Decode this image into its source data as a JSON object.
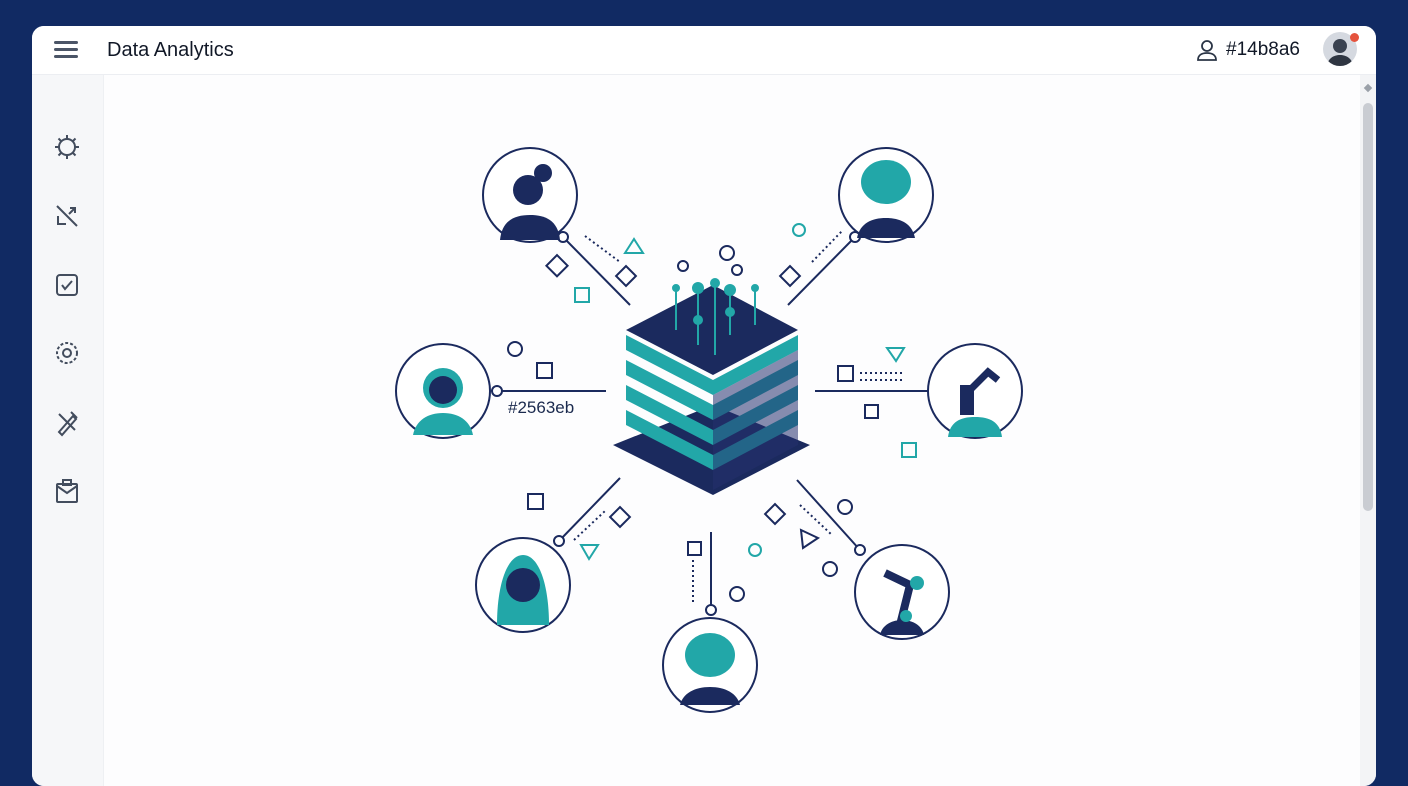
{
  "header": {
    "title": "Data Analytics",
    "user_label": "#14b8a6",
    "icons": [
      "menu-icon",
      "user-icon",
      "avatar",
      "notification-dot"
    ]
  },
  "sidebar": {
    "items": [
      {
        "icon": "gear-icon"
      },
      {
        "icon": "share-off-icon"
      },
      {
        "icon": "checkbox-icon"
      },
      {
        "icon": "settings-dotted-icon"
      },
      {
        "icon": "pen-tool-icon"
      },
      {
        "icon": "clipboard-icon"
      }
    ]
  },
  "illustration": {
    "label": "#2563eb",
    "colors": {
      "navy": "#1b2a5e",
      "teal": "#22a7a8",
      "accent": "#14b8a6"
    },
    "nodes": [
      "gear-head-person",
      "brain-head",
      "robot-face",
      "robotic-arm",
      "smiling-person",
      "brain-head",
      "robotic-arm"
    ]
  }
}
